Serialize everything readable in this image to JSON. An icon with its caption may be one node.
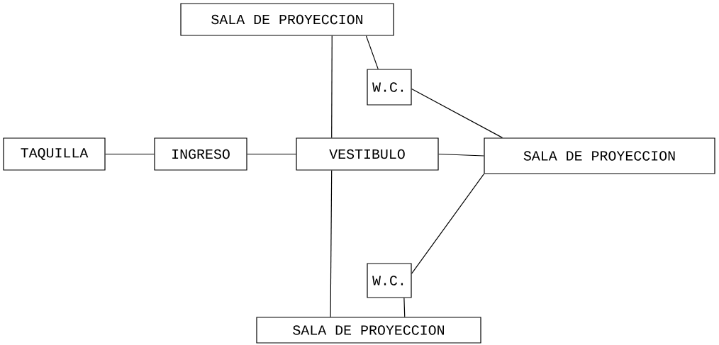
{
  "diagram": {
    "nodes": [
      {
        "text": [
          "SALA DE PROYECCION"
        ]
      },
      {
        "text": [
          "W.C."
        ]
      },
      {
        "text": [
          "TAQUILLA"
        ]
      },
      {
        "text": [
          "INGRESO"
        ]
      },
      {
        "text": [
          "VESTIBULO"
        ]
      },
      {
        "text": [
          "SALA DE PROYECCION"
        ]
      },
      {
        "text": [
          "W.C."
        ]
      },
      {
        "text": [
          "SALA DE PROYECCION"
        ]
      }
    ],
    "edges": [
      {
        "from": 0,
        "to": 4,
        "arrow": "none"
      },
      {
        "from": 0,
        "to": 1,
        "arrow": "none"
      },
      {
        "from": 1,
        "to": 5,
        "arrow": "none"
      },
      {
        "from": 2,
        "to": 3,
        "arrow": "none"
      },
      {
        "from": 3,
        "to": 4,
        "arrow": "none"
      },
      {
        "from": 4,
        "to": 5,
        "arrow": "none"
      },
      {
        "from": 5,
        "to": 6,
        "arrow": "none"
      },
      {
        "from": 4,
        "to": 7,
        "arrow": "none"
      },
      {
        "from": 6,
        "to": 7,
        "arrow": "none"
      }
    ]
  }
}
